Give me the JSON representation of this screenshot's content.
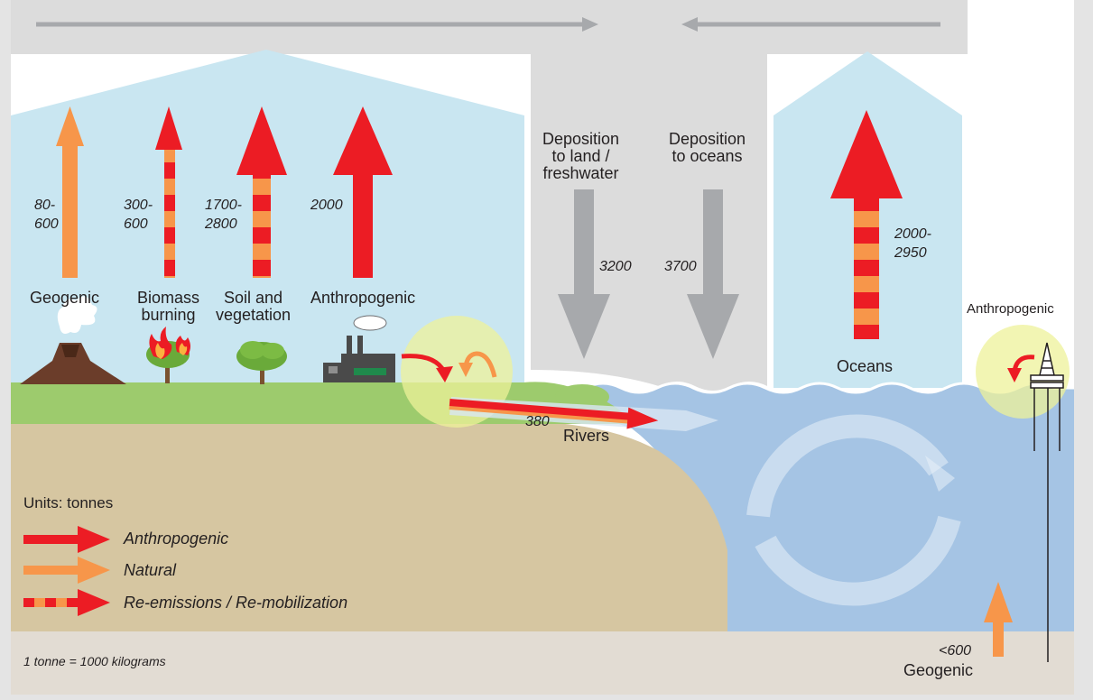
{
  "emissions_to_air": [
    {
      "source": "Geogenic",
      "value": "80-600",
      "type": "Natural"
    },
    {
      "source": "Biomass burning",
      "value": "300-600",
      "type": "Re-emissions / Re-mobilization"
    },
    {
      "source": "Soil and vegetation",
      "value": "1700-2800",
      "type": "Re-emissions / Re-mobilization"
    },
    {
      "source": "Anthropogenic",
      "value": "2000",
      "type": "Anthropogenic"
    },
    {
      "source": "Oceans",
      "value": "2000-2950",
      "type": "Re-emissions / Re-mobilization"
    }
  ],
  "labels": {
    "geogenic": "Geogenic",
    "biomass_1": "Biomass",
    "biomass_2": "burning",
    "soil_1": "Soil and",
    "soil_2": "vegetation",
    "anthropogenic": "Anthropogenic",
    "oceans": "Oceans",
    "rivers": "Rivers",
    "anthropogenic_ocean": "Anthropogenic",
    "geogenic_seafloor": "Geogenic",
    "dep_land_1": "Deposition",
    "dep_land_2": "to land /",
    "dep_land_3": "freshwater",
    "dep_ocean_1": "Deposition",
    "dep_ocean_2": "to oceans"
  },
  "values": {
    "geogenic_1": "80-",
    "geogenic_2": "600",
    "biomass_1": "300-",
    "biomass_2": "600",
    "soil_1": "1700-",
    "soil_2": "2800",
    "anthropogenic": "2000",
    "dep_land": "3200",
    "dep_ocean": "3700",
    "oceans_1": "2000-",
    "oceans_2": "2950",
    "rivers": "380",
    "seafloor": "<600"
  },
  "deposition": [
    {
      "target": "Deposition to land / freshwater",
      "value": "3200"
    },
    {
      "target": "Deposition to oceans",
      "value": "3700"
    }
  ],
  "rivers": {
    "label": "Rivers",
    "value": "380"
  },
  "seafloor_geogenic": {
    "label": "Geogenic",
    "value": "<600"
  },
  "legend": {
    "units": "Units: tonnes",
    "items": [
      {
        "label": "Anthropogenic",
        "color": "#ec1c24"
      },
      {
        "label": "Natural",
        "color": "#f7964a"
      },
      {
        "label": "Re-emissions / Re-mobilization",
        "colors": [
          "#ec1c24",
          "#f7964a"
        ]
      }
    ],
    "note": "1 tonne = 1000 kilograms"
  },
  "colors": {
    "anthropogenic": "#ec1c24",
    "natural": "#f7964a",
    "deposition": "#a7a9ac",
    "atmosphere": "#c9e6f1",
    "ocean": "#a5c4e4",
    "land": "#d6c6a1",
    "grass": "#9dcb6d",
    "highlight": "#eef29a",
    "top_band": "#dcdcdc"
  },
  "icons": [
    "volcano-icon",
    "fire-tree-icon",
    "tree-icon",
    "factory-icon",
    "oil-rig-icon",
    "ocean-circulation-icon",
    "reemission-cycle-icon"
  ]
}
